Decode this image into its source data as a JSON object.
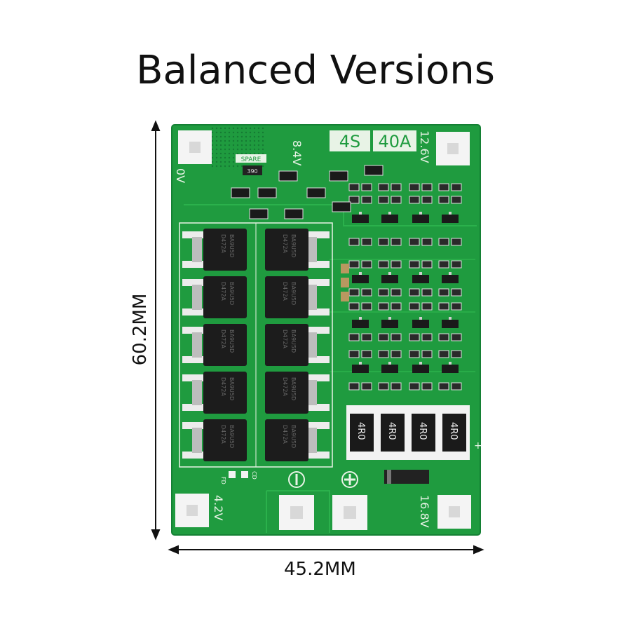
{
  "title": "Balanced Versions",
  "dimensions": {
    "width_label": "45.2MM",
    "height_label": "60.2MM"
  },
  "board": {
    "badge_cells": "4S",
    "badge_current": "40A",
    "pad_labels": {
      "top_left_small": "8.4V",
      "top_right": "12.6V",
      "left": "0V",
      "bottom_left": "4.2V",
      "bottom_right": "16.8V"
    },
    "spare_label": "SPARE",
    "spare_code": "390",
    "mosfet_codes": [
      "D472A",
      "BA9U5D"
    ],
    "resistor_code": "4R0",
    "led_labels": [
      "FD",
      "CD"
    ]
  },
  "colors": {
    "pcb": "#1f9b3f",
    "pcb_dark": "#17803a",
    "silkscreen": "#e8f3e6",
    "pad": "#d8d8d8"
  }
}
